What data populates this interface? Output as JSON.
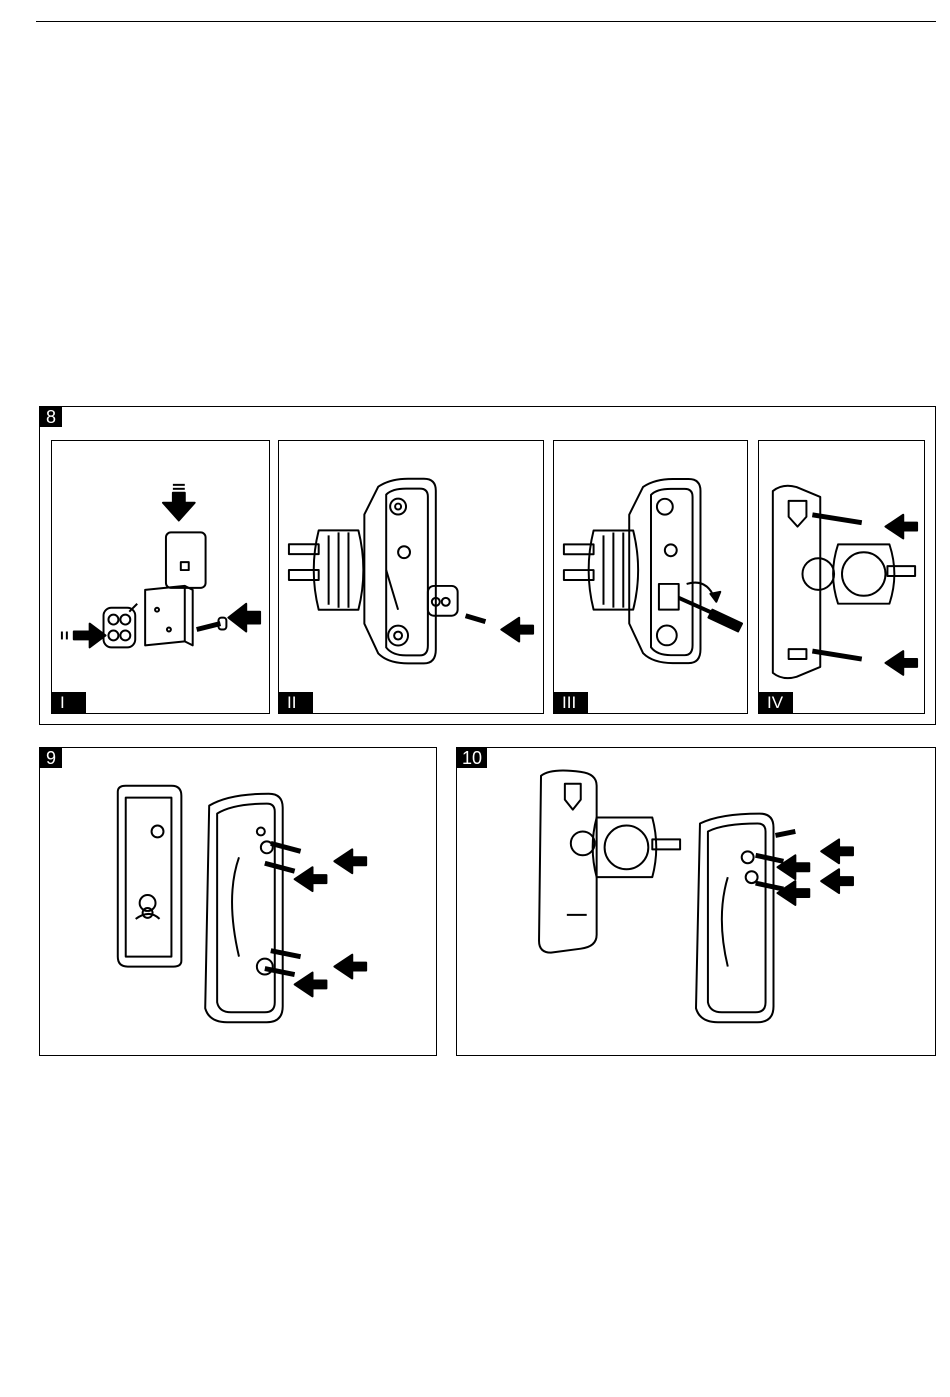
{
  "figures": [
    {
      "number": "8",
      "steps": [
        {
          "label": "I",
          "icon": "spacer-clip-and-screw-assembly-icon"
        },
        {
          "label": "II",
          "icon": "bracket-mount-with-clip-icon"
        },
        {
          "label": "III",
          "icon": "screwdriver-tighten-icon"
        },
        {
          "label": "IV",
          "icon": "bracket-wall-screws-icon"
        }
      ]
    },
    {
      "number": "9",
      "icon": "housing-wall-mount-screws-icon"
    },
    {
      "number": "10",
      "icon": "bracket-housing-screws-icon"
    }
  ],
  "colors": {
    "line": "#000000",
    "background": "#ffffff"
  }
}
